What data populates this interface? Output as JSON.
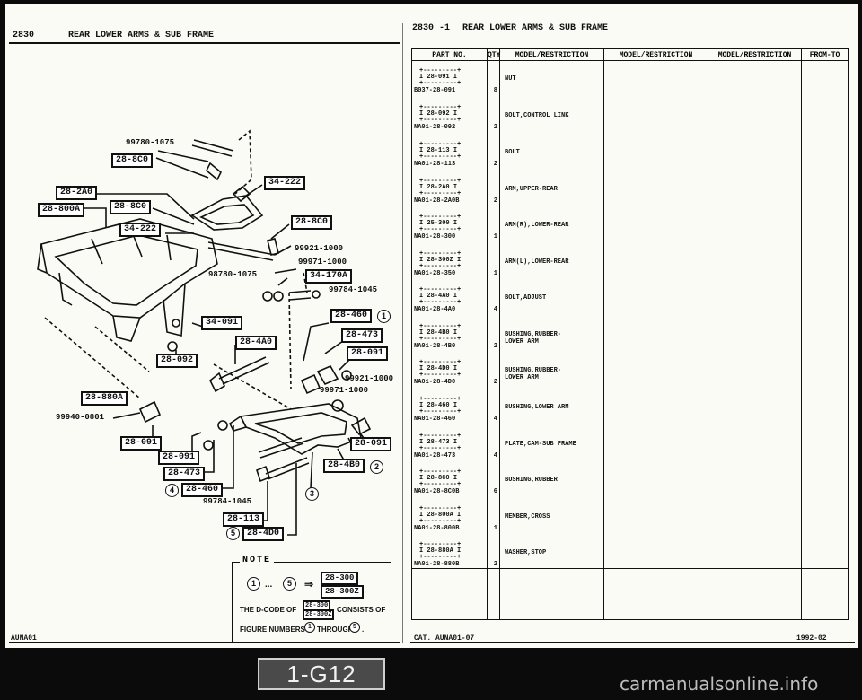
{
  "left_header": {
    "code": "2830",
    "title": "REAR LOWER ARMS & SUB FRAME",
    "footer_code": "AUNA01"
  },
  "right_header": {
    "code": "2830 -1",
    "title": "REAR LOWER ARMS & SUB FRAME"
  },
  "diagram": {
    "callouts": [
      {
        "id": "c1",
        "text": "28-8C0"
      },
      {
        "id": "c2",
        "text": "28-2A0"
      },
      {
        "id": "c3",
        "text": "28-800A"
      },
      {
        "id": "c4",
        "text": "28-8C0"
      },
      {
        "id": "c5",
        "text": "34-222"
      },
      {
        "id": "c6",
        "text": "34-222"
      },
      {
        "id": "c7",
        "text": "28-8C0"
      },
      {
        "id": "c8",
        "text": "34-170A"
      },
      {
        "id": "c9",
        "text": "34-091"
      },
      {
        "id": "c10",
        "text": "28-460"
      },
      {
        "id": "c11",
        "text": "28-473"
      },
      {
        "id": "c12",
        "text": "28-4A0"
      },
      {
        "id": "c13",
        "text": "28-091"
      },
      {
        "id": "c14",
        "text": "28-092"
      },
      {
        "id": "c15",
        "text": "28-880A"
      },
      {
        "id": "c16",
        "text": "28-091"
      },
      {
        "id": "c17",
        "text": "28-091"
      },
      {
        "id": "c18",
        "text": "28-473"
      },
      {
        "id": "c19",
        "text": "28-460"
      },
      {
        "id": "c20",
        "text": "28-091"
      },
      {
        "id": "c21",
        "text": "28-4B0"
      },
      {
        "id": "c22",
        "text": "28-113"
      },
      {
        "id": "c23",
        "text": "28-4D0"
      }
    ],
    "labels": [
      {
        "id": "l1",
        "text": "99780-1075"
      },
      {
        "id": "l2",
        "text": "99921-1000"
      },
      {
        "id": "l3",
        "text": "99971-1000"
      },
      {
        "id": "l4",
        "text": "98780-1075"
      },
      {
        "id": "l5",
        "text": "99784-1045"
      },
      {
        "id": "l6",
        "text": "99921-1000"
      },
      {
        "id": "l7",
        "text": "99971-1000"
      },
      {
        "id": "l8",
        "text": "99940-0801"
      },
      {
        "id": "l9",
        "text": "99784-1045"
      }
    ],
    "circle_marks": [
      {
        "id": "m1",
        "text": "1"
      },
      {
        "id": "m2",
        "text": "2"
      },
      {
        "id": "m3",
        "text": "3"
      },
      {
        "id": "m4",
        "text": "4"
      },
      {
        "id": "m5",
        "text": "5"
      }
    ]
  },
  "note": {
    "title": "NOTE",
    "range_start": "1",
    "range_dots": "...",
    "range_end": "5",
    "arrow": "⇒",
    "codes": [
      "28-300",
      "28-300Z"
    ],
    "line2_pre": "THE D-CODE OF",
    "line2_post": "CONSISTS OF",
    "line3_pre": "FIGURE NUMBERS",
    "line3_mid": "THROUGH",
    "line3_end": "."
  },
  "table": {
    "headers": [
      "PART NO.",
      "QTY",
      "MODEL/RESTRICTION",
      "MODEL/RESTRICTION",
      "MODEL/RESTRICTION",
      "FROM-TO"
    ],
    "rows": [
      {
        "code": "28-091",
        "part_no": "B037-28-091",
        "qty": "8",
        "desc": "NUT"
      },
      {
        "code": "28-092",
        "part_no": "NA01-28-092",
        "qty": "2",
        "desc": "BOLT,CONTROL LINK"
      },
      {
        "code": "28-113",
        "part_no": "NA01-28-113",
        "qty": "2",
        "desc": "BOLT"
      },
      {
        "code": "28-2A0",
        "part_no": "NA01-28-2A0B",
        "qty": "2",
        "desc": "ARM,UPPER-REAR"
      },
      {
        "code": "25-300",
        "part_no": "NA01-28-300",
        "qty": "1",
        "desc": "ARM(R),LOWER-REAR"
      },
      {
        "code": "28-300Z",
        "part_no": "NA01-28-350",
        "qty": "1",
        "desc": "ARM(L),LOWER-REAR"
      },
      {
        "code": "28-4A0",
        "part_no": "NA01-28-4A0",
        "qty": "4",
        "desc": "BOLT,ADJUST"
      },
      {
        "code": "28-4B0",
        "part_no": "NA01-28-4B0",
        "qty": "2",
        "desc": "BUSHING,RUBBER-LOWER ARM"
      },
      {
        "code": "28-4D0",
        "part_no": "NA01-28-4D0",
        "qty": "2",
        "desc": "BUSHING,RUBBER-LOWER ARM"
      },
      {
        "code": "28-460",
        "part_no": "NA01-28-460",
        "qty": "4",
        "desc": "BUSHING,LOWER ARM"
      },
      {
        "code": "28-473",
        "part_no": "NA01-28-473",
        "qty": "4",
        "desc": "PLATE,CAM-SUB FRAME"
      },
      {
        "code": "28-8C0",
        "part_no": "NA01-28-8C0B",
        "qty": "6",
        "desc": "BUSHING,RUBBER"
      },
      {
        "code": "28-800A",
        "part_no": "NA01-28-800B",
        "qty": "1",
        "desc": "MEMBER,CROSS"
      },
      {
        "code": "28-880A",
        "part_no": "NA01-28-880B",
        "qty": "2",
        "desc": "WASHER,STOP"
      }
    ],
    "footer_left": "CAT. AUNA01-07",
    "footer_right": "1992-02"
  },
  "page_number": "1-G12",
  "watermark": "carmanualsonline.info"
}
